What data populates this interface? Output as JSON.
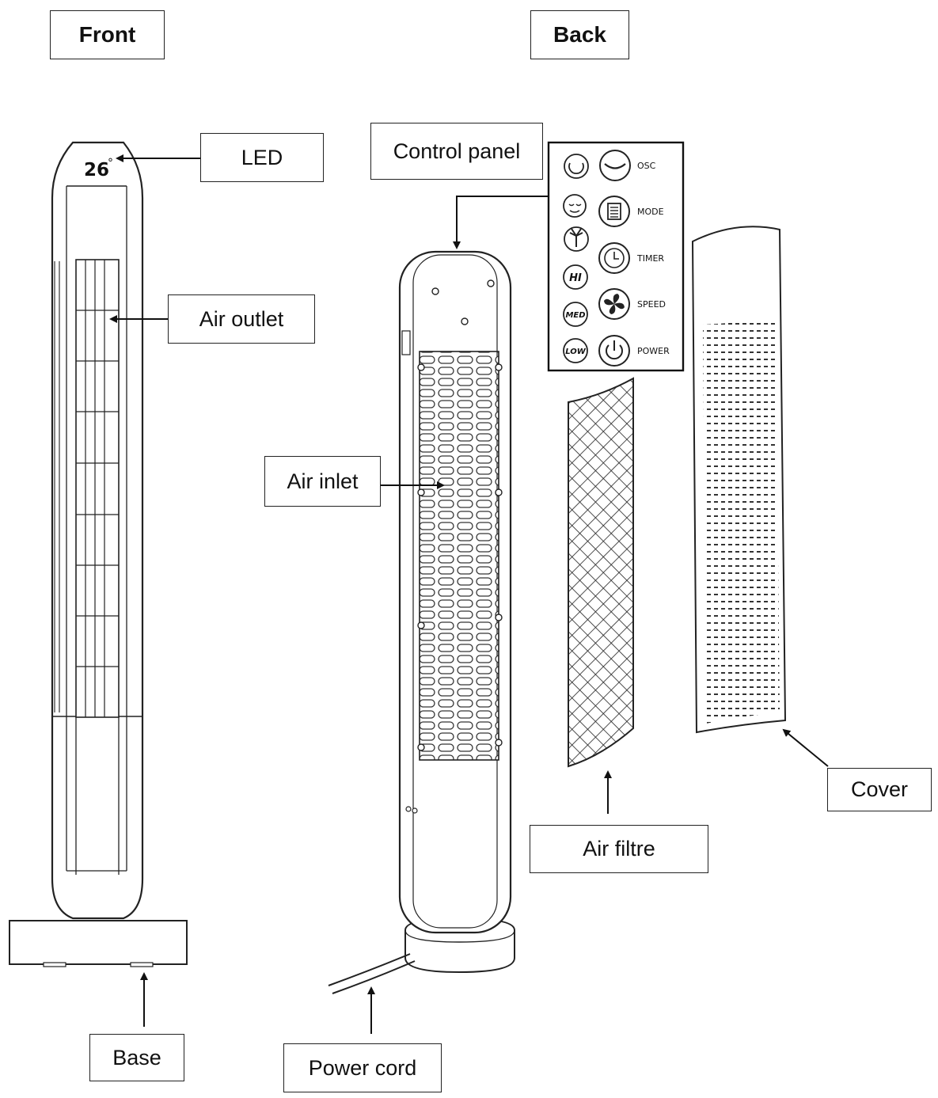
{
  "headers": {
    "front": "Front",
    "back": "Back"
  },
  "labels": {
    "led": "LED",
    "air_outlet": "Air outlet",
    "control_panel": "Control panel",
    "air_inlet": "Air inlet",
    "cover": "Cover",
    "air_filtre": "Air filtre",
    "base": "Base",
    "power_cord": "Power cord"
  },
  "display": {
    "temperature": "26",
    "degree": "°"
  },
  "control_panel_buttons": {
    "osc": "OSC",
    "mode": "MODE",
    "timer": "TIMER",
    "speed": "SPEED",
    "power": "POWER",
    "hi": "HI",
    "med": "MED",
    "low": "LOW"
  },
  "colors": {
    "line": "#222222",
    "background": "#ffffff"
  }
}
